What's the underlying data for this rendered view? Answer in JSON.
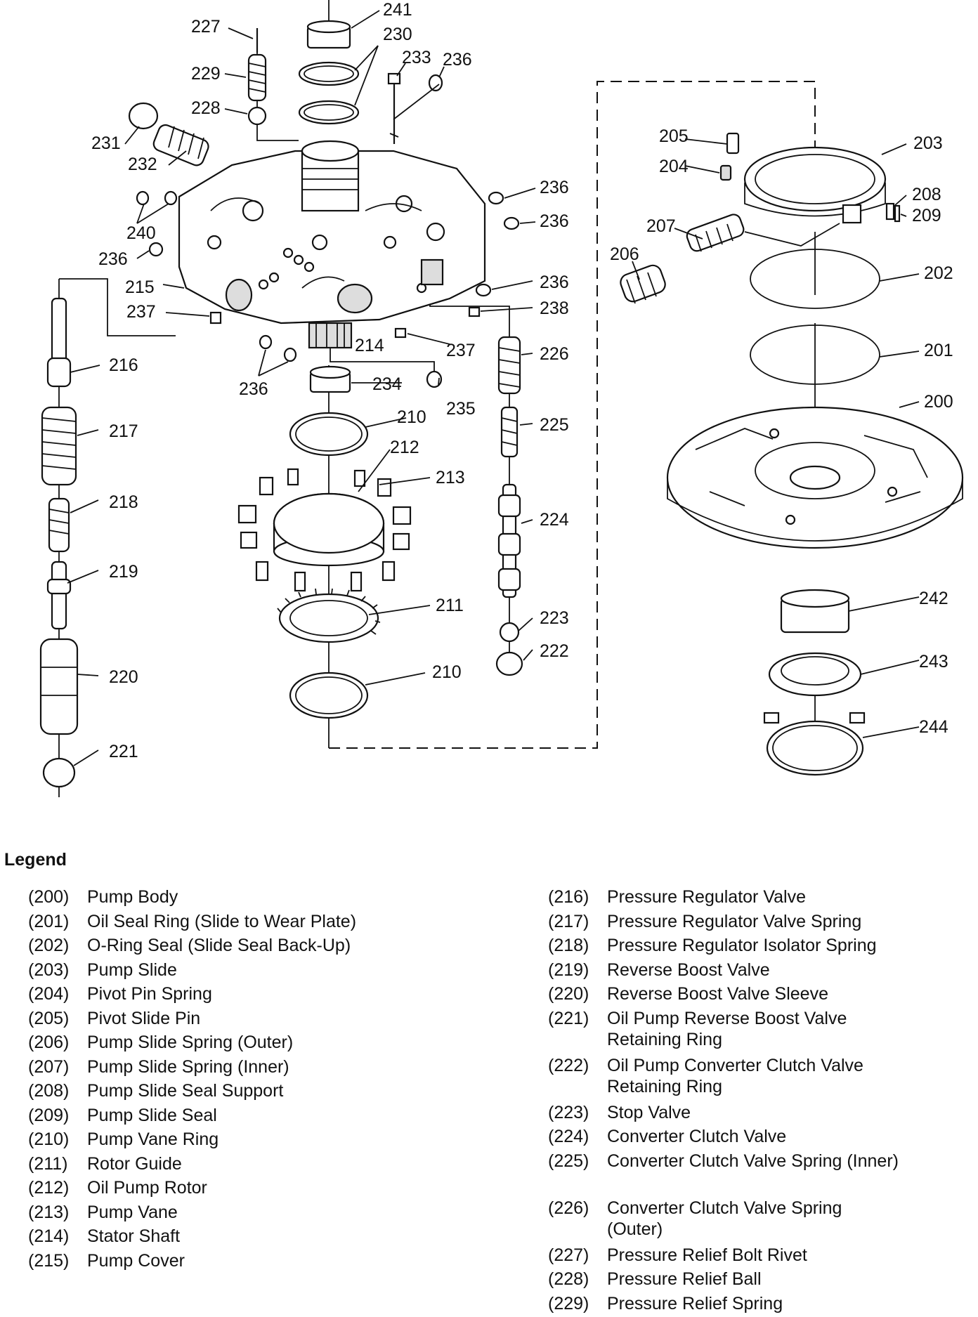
{
  "legend": {
    "title": "Legend",
    "left": [
      {
        "num": "(200)",
        "desc": "Pump Body"
      },
      {
        "num": "(201)",
        "desc": "Oil Seal Ring (Slide to Wear Plate)"
      },
      {
        "num": "(202)",
        "desc": "O-Ring Seal (Slide Seal Back-Up)"
      },
      {
        "num": "(203)",
        "desc": "Pump Slide"
      },
      {
        "num": "(204)",
        "desc": "Pivot Pin Spring"
      },
      {
        "num": "(205)",
        "desc": "Pivot Slide Pin"
      },
      {
        "num": "(206)",
        "desc": "Pump Slide Spring (Outer)"
      },
      {
        "num": "(207)",
        "desc": "Pump Slide Spring (Inner)"
      },
      {
        "num": "(208)",
        "desc": "Pump Slide Seal Support"
      },
      {
        "num": "(209)",
        "desc": "Pump Slide Seal"
      },
      {
        "num": "(210)",
        "desc": "Pump Vane Ring"
      },
      {
        "num": "(211)",
        "desc": "Rotor Guide"
      },
      {
        "num": "(212)",
        "desc": "Oil Pump Rotor"
      },
      {
        "num": "(213)",
        "desc": "Pump Vane"
      },
      {
        "num": "(214)",
        "desc": "Stator Shaft"
      },
      {
        "num": "(215)",
        "desc": "Pump Cover"
      }
    ],
    "right": [
      {
        "num": "(216)",
        "desc": "Pressure Regulator Valve"
      },
      {
        "num": "(217)",
        "desc": "Pressure Regulator Valve Spring"
      },
      {
        "num": "(218)",
        "desc": "Pressure Regulator Isolator Spring"
      },
      {
        "num": "(219)",
        "desc": "Reverse Boost Valve"
      },
      {
        "num": "(220)",
        "desc": "Reverse Boost Valve Sleeve"
      },
      {
        "num": "(221)",
        "desc": "Oil Pump Reverse Boost Valve Retaining Ring"
      },
      {
        "num": "(222)",
        "desc": "Oil Pump Converter Clutch Valve Retaining Ring"
      },
      {
        "num": "(223)",
        "desc": "Stop Valve"
      },
      {
        "num": "(224)",
        "desc": "Converter Clutch Valve"
      },
      {
        "num": "(225)",
        "desc": "Converter Clutch Valve Spring (Inner)"
      },
      {
        "num": "(226)",
        "desc": "Converter Clutch Valve Spring (Outer)"
      },
      {
        "num": "(227)",
        "desc": "Pressure Relief Bolt Rivet"
      },
      {
        "num": "(228)",
        "desc": "Pressure Relief Ball"
      },
      {
        "num": "(229)",
        "desc": "Pressure Relief Spring"
      }
    ]
  },
  "callouts": {
    "c241": "241",
    "c230": "230",
    "c227": "227",
    "c233": "233",
    "c236a": "236",
    "c229": "229",
    "c228": "228",
    "c231": "231",
    "c232": "232",
    "c236b": "236",
    "c236c": "236",
    "c240": "240",
    "c236d": "236",
    "c215": "215",
    "c236e": "236",
    "c237a": "237",
    "c238": "238",
    "c214": "214",
    "c237b": "237",
    "c236f": "236",
    "c234": "234",
    "c235": "235",
    "c216": "216",
    "c226": "226",
    "c210a": "210",
    "c212": "212",
    "c217": "217",
    "c225": "225",
    "c213": "213",
    "c218": "218",
    "c224": "224",
    "c219": "219",
    "c211": "211",
    "c223": "223",
    "c220": "220",
    "c210b": "210",
    "c222": "222",
    "c221": "221",
    "c205": "205",
    "c203": "203",
    "c204": "204",
    "c208": "208",
    "c209": "209",
    "c207": "207",
    "c206": "206",
    "c202": "202",
    "c201": "201",
    "c200": "200",
    "c242": "242",
    "c243": "243",
    "c244": "244"
  }
}
